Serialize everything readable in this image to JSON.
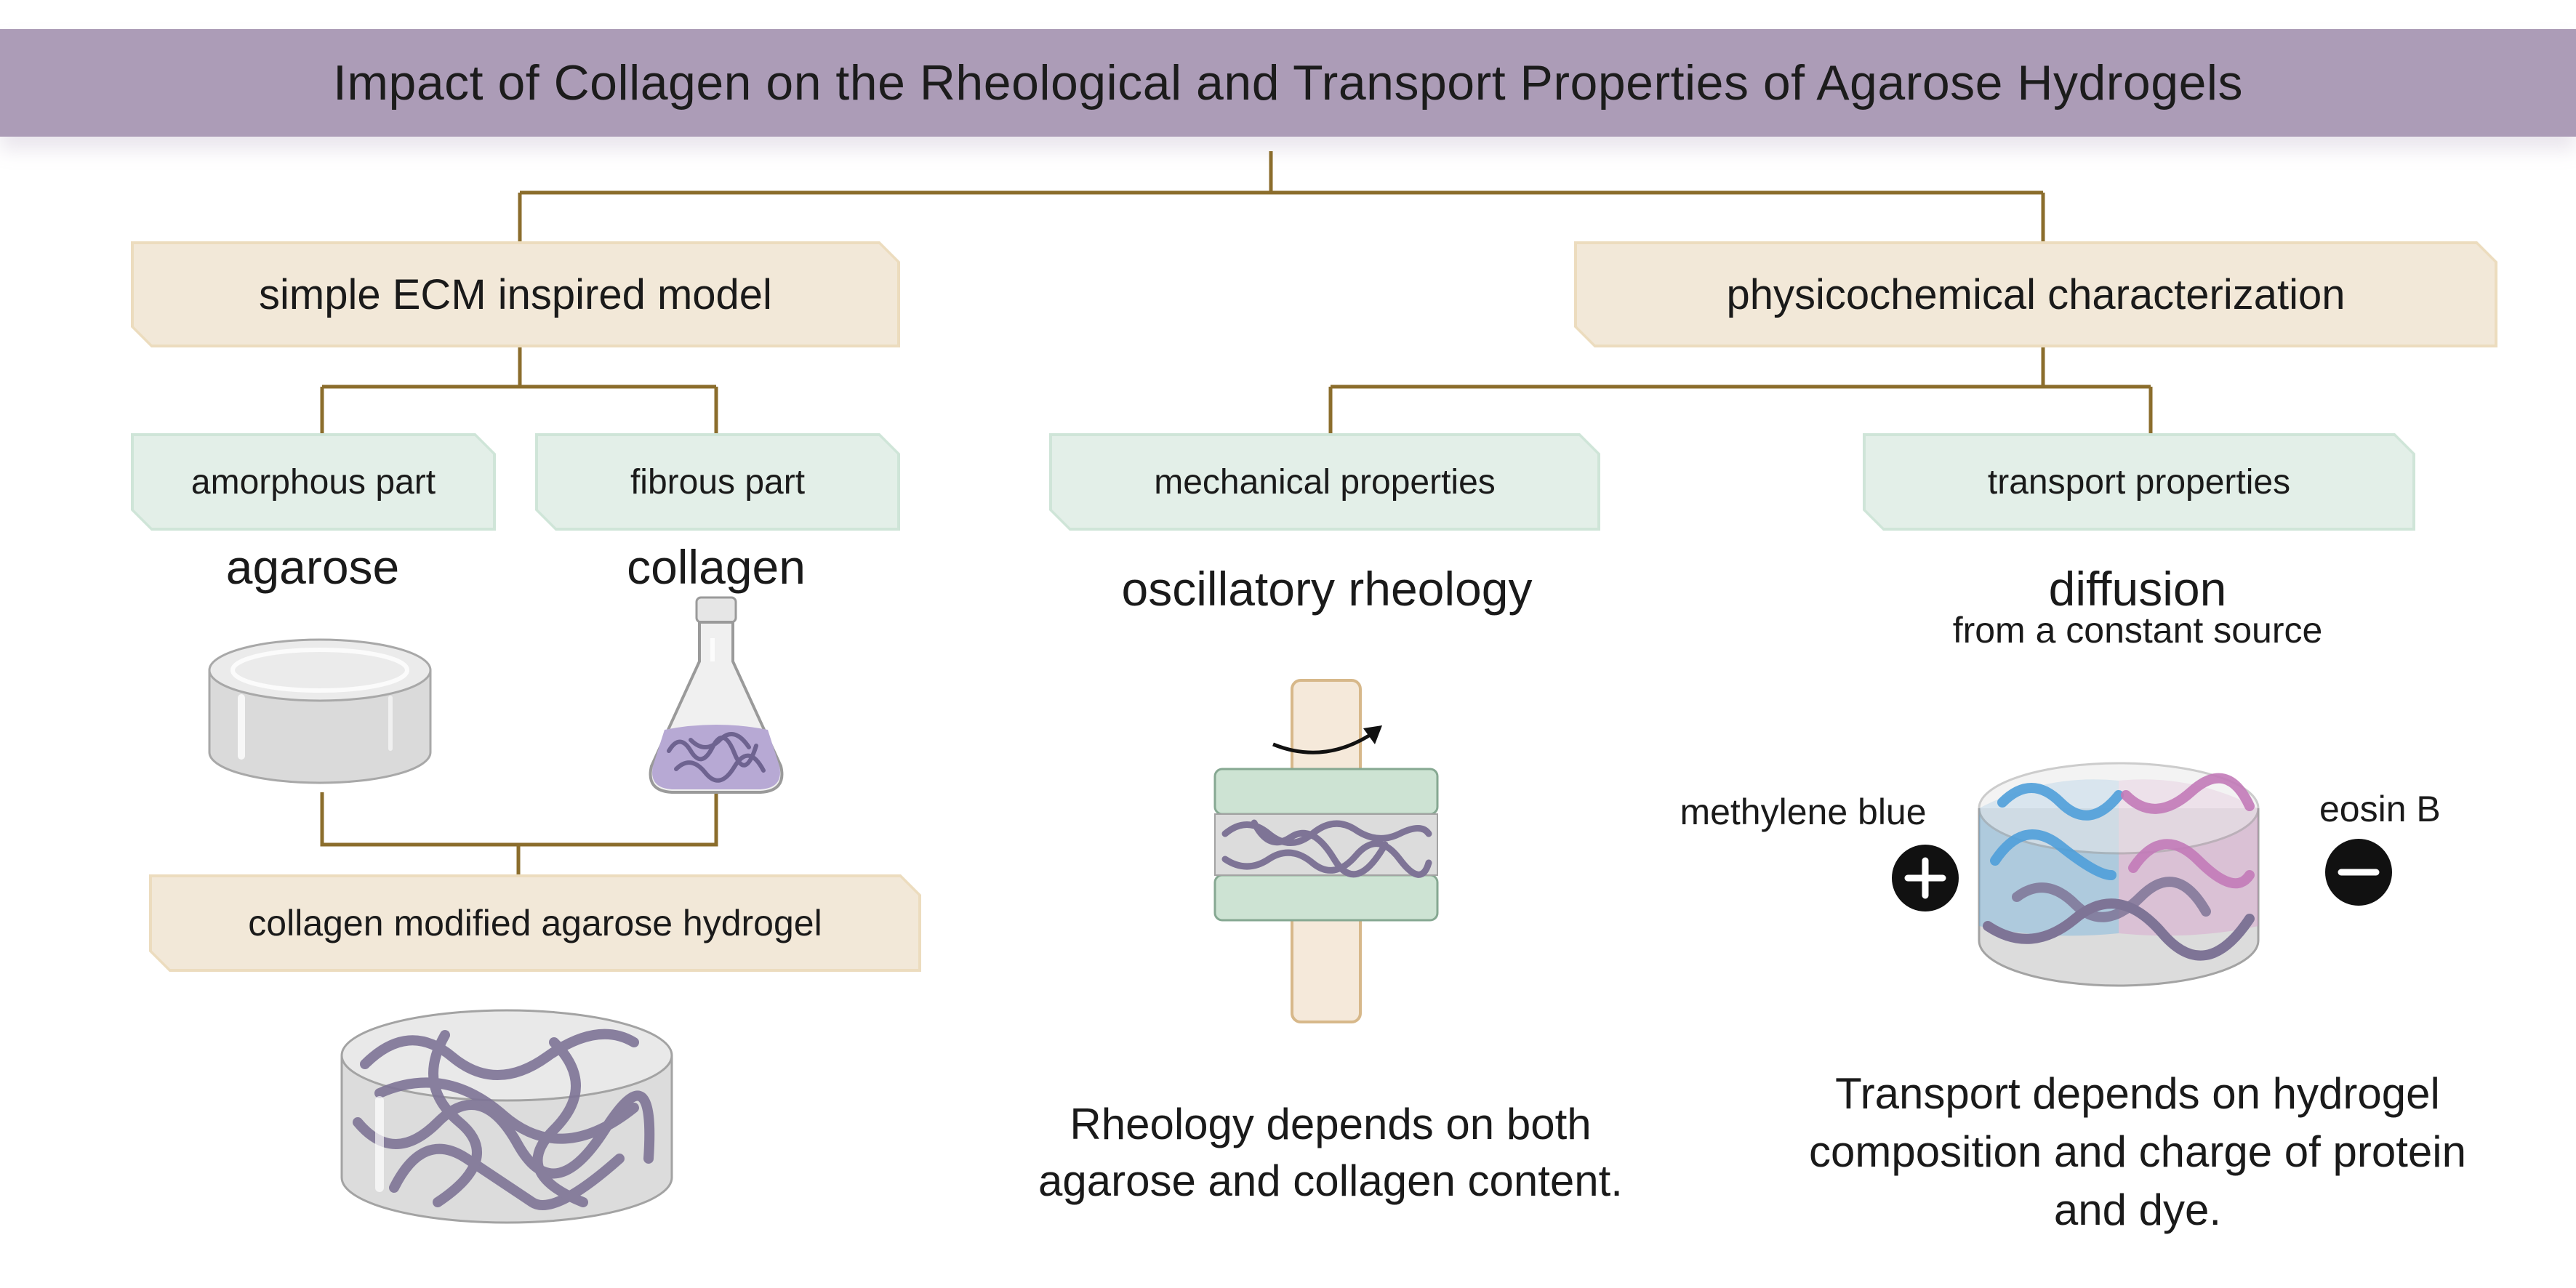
{
  "title": "Impact of Collagen on the Rheological and Transport Properties of Agarose Hydrogels",
  "left_branch": {
    "header": "simple ECM inspired model",
    "amorphous": {
      "box": "amorphous part",
      "material": "agarose"
    },
    "fibrous": {
      "box": "fibrous part",
      "material": "collagen"
    },
    "combined": "collagen modified agarose hydrogel"
  },
  "right_branch": {
    "header": "physicochemical characterization",
    "mechanical": {
      "box": "mechanical properties",
      "method": "oscillatory rheology",
      "conclusion_line1": "Rheology depends on both",
      "conclusion_line2": "agarose and collagen content."
    },
    "transport": {
      "box": "transport properties",
      "method": "diffusion",
      "method_sub": "from a constant source",
      "dye_positive": "methylene blue",
      "dye_negative": "eosin B",
      "conclusion_line1": "Transport depends on hydrogel",
      "conclusion_line2": "composition and charge of protein",
      "conclusion_line3": "and dye."
    }
  },
  "colors": {
    "title_band": "#ac9cb7",
    "connector": "#8b6d2c",
    "beige_box": "#f2e8d8",
    "green_box": "#e3efe8",
    "collagen_fiber": "#7e7496",
    "methylene_blue": "#5aa8e0",
    "eosin_b": "#d68fc8"
  },
  "icons": [
    "agarose-gel-disc",
    "collagen-flask",
    "hydrogel-disc",
    "rheometer-plates",
    "rotation-arrow",
    "positive-charge-icon",
    "negative-charge-icon",
    "diffusion-gel-disc"
  ]
}
